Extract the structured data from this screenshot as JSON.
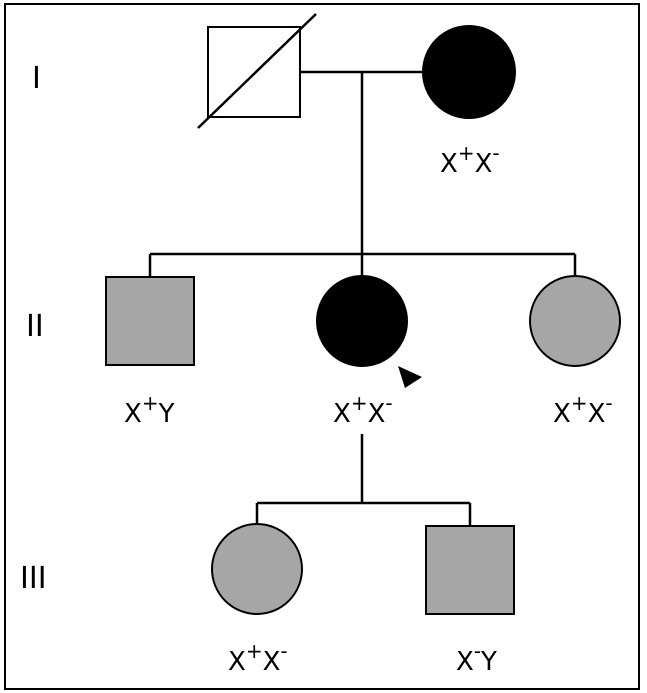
{
  "generations": [
    {
      "label": "I"
    },
    {
      "label": "II"
    },
    {
      "label": "III"
    }
  ],
  "individuals": {
    "I1": {
      "sex": "male",
      "status": "deceased",
      "fill": "#ffffff"
    },
    "I2": {
      "sex": "female",
      "status": "affected",
      "fill": "#000000",
      "genotype": {
        "a1": "X",
        "s1": "+",
        "a2": "X",
        "s2": "-"
      }
    },
    "II1": {
      "sex": "male",
      "status": "carrier-shaded",
      "fill": "#a6a6a6",
      "genotype": {
        "a1": "X",
        "s1": "+",
        "a2": "Y",
        "s2": ""
      }
    },
    "II2": {
      "sex": "female",
      "status": "affected-proband",
      "fill": "#000000",
      "genotype": {
        "a1": "X",
        "s1": "+",
        "a2": "X",
        "s2": "-"
      }
    },
    "II3": {
      "sex": "female",
      "status": "carrier-shaded",
      "fill": "#a6a6a6",
      "genotype": {
        "a1": "X",
        "s1": "+",
        "a2": "X",
        "s2": "-"
      }
    },
    "III1": {
      "sex": "female",
      "status": "carrier-shaded",
      "fill": "#a6a6a6",
      "genotype": {
        "a1": "X",
        "s1": "+",
        "a2": "X",
        "s2": "-"
      }
    },
    "III2": {
      "sex": "male",
      "status": "carrier-shaded",
      "fill": "#a6a6a6",
      "genotype": {
        "a1": "X",
        "s1": "-",
        "a2": "Y",
        "s2": ""
      }
    }
  },
  "proband_marker": "arrowhead"
}
